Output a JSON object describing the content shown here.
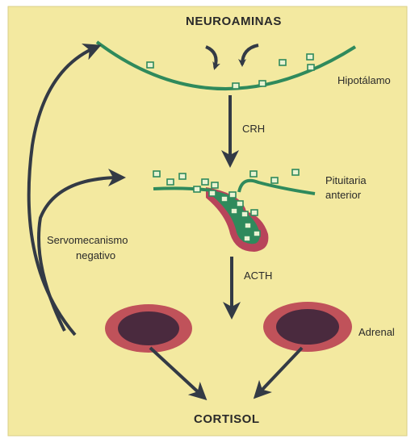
{
  "title_top": "NEUROAMINAS",
  "title_bottom": "CORTISOL",
  "labels": {
    "hypothalamus": "Hipotálamo",
    "crh": "CRH",
    "pituitary_line1": "Pituitaria",
    "pituitary_line2": "anterior",
    "acth": "ACTH",
    "adrenal": "Adrenal",
    "feedback_line1": "Servomecanismo",
    "feedback_line2": "negativo"
  },
  "colors": {
    "background": "#f3e9a0",
    "membrane": "#2f8a5c",
    "granule_fill": "#e9f3d2",
    "arrow": "#333a45",
    "adrenal_outer": "#c0525a",
    "adrenal_inner": "#4a2a3e",
    "pituitary_outer": "#b8445a"
  }
}
